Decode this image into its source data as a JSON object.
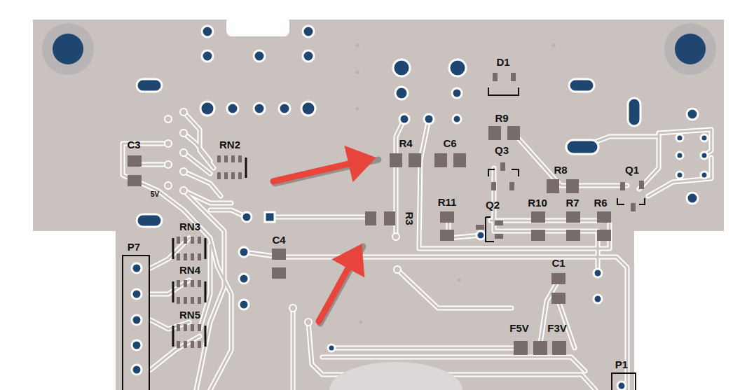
{
  "diagram": {
    "labels": [
      "D1",
      "R9",
      "Q3",
      "R4",
      "C6",
      "C3",
      "RN2",
      "5V",
      "R8",
      "Q1",
      "R11",
      "Q2",
      "R10",
      "R7",
      "R6",
      "R3",
      "C4",
      "P7",
      "RN3",
      "RN4",
      "RN5",
      "C1",
      "F5V",
      "F3V",
      "P1"
    ]
  }
}
